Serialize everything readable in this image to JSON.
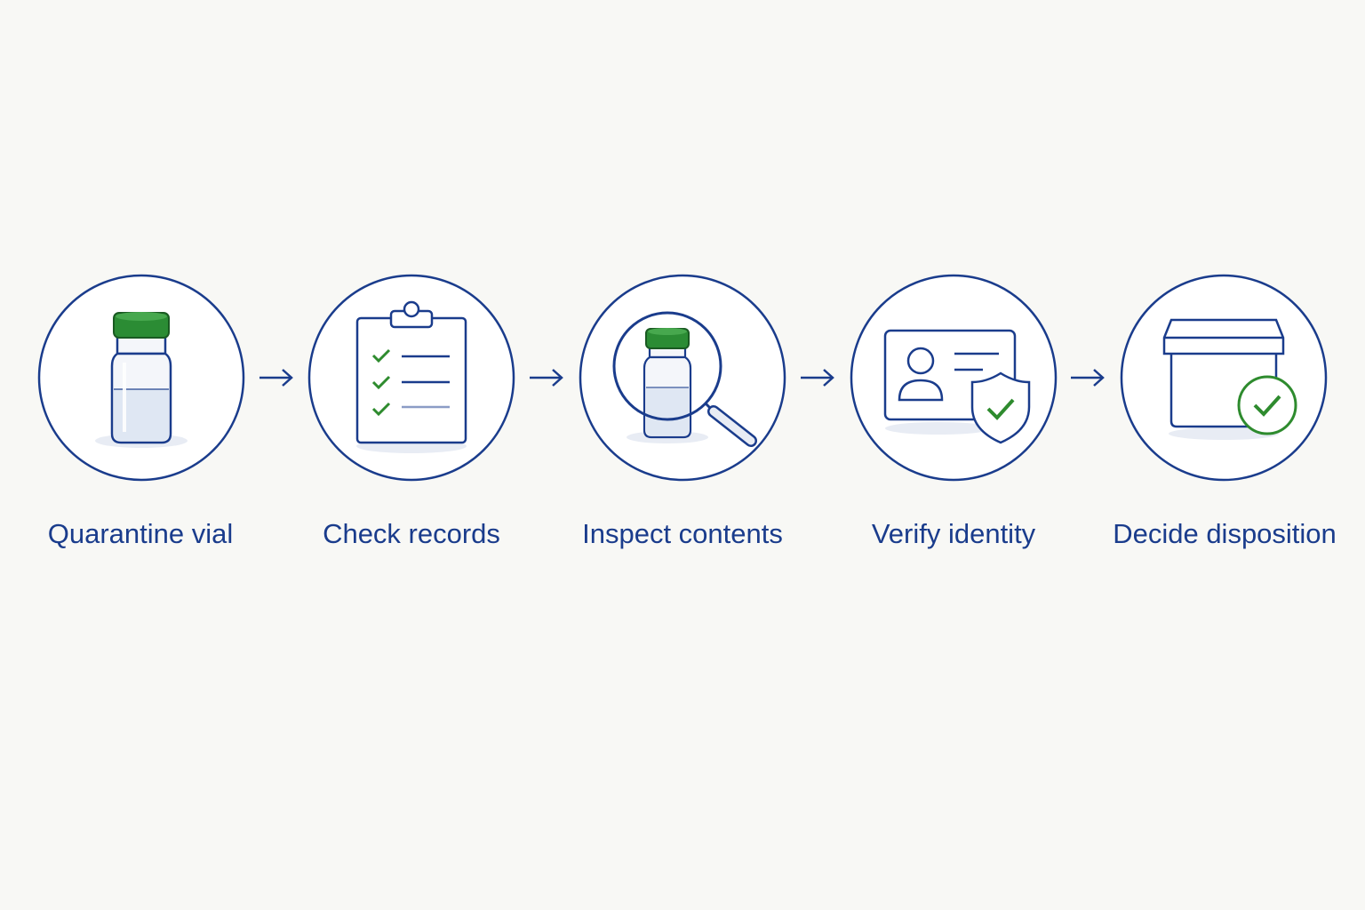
{
  "colors": {
    "background": "#f8f8f5",
    "primary_navy": "#1a3c8c",
    "accent_green": "#2e8b2e",
    "cap_green": "#2b8c34",
    "light_fill": "#e8ecf4"
  },
  "steps": [
    {
      "label": "Quarantine vial",
      "icon": "vial-icon"
    },
    {
      "label": "Check records",
      "icon": "clipboard-checklist-icon"
    },
    {
      "label": "Inspect contents",
      "icon": "magnifier-vial-icon"
    },
    {
      "label": "Verify identity",
      "icon": "id-card-shield-icon"
    },
    {
      "label": "Decide disposition",
      "icon": "box-check-icon"
    }
  ],
  "connectors": [
    {
      "icon": "arrow-right-icon"
    },
    {
      "icon": "arrow-right-icon"
    },
    {
      "icon": "arrow-right-icon"
    },
    {
      "icon": "arrow-right-icon"
    }
  ]
}
